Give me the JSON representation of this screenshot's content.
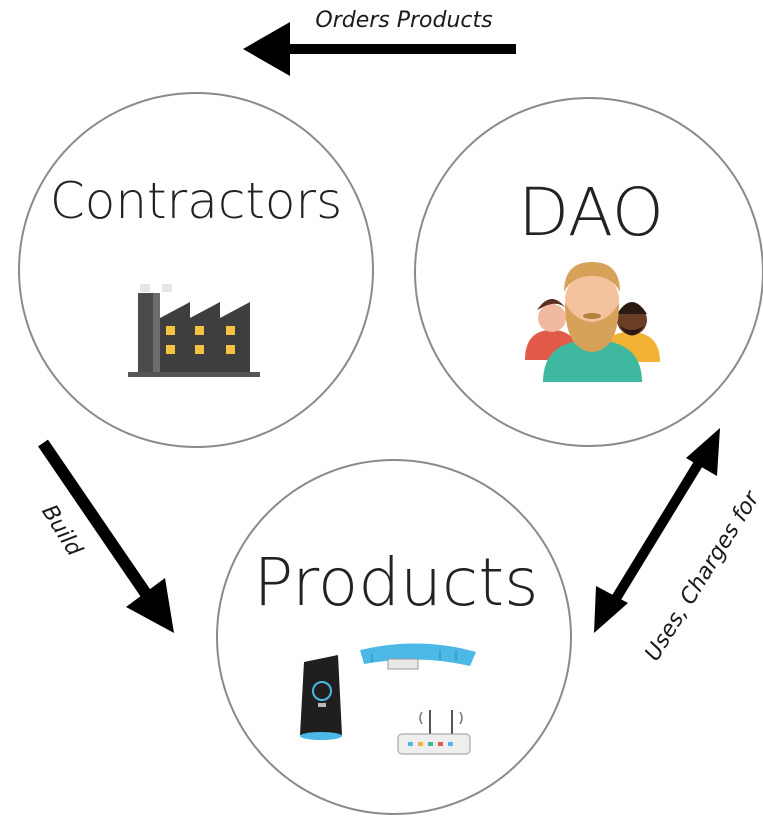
{
  "diagram": {
    "nodes": {
      "contractors": {
        "label": "Contractors",
        "icon": "factory-icon"
      },
      "dao": {
        "label": "DAO",
        "icon": "people-group-icon"
      },
      "products": {
        "label": "Products",
        "icon": "devices-icon"
      }
    },
    "edges": {
      "orders": {
        "label": "Orders Products"
      },
      "build": {
        "label": "Build"
      },
      "uses": {
        "label": "Uses, Charges for"
      }
    }
  },
  "colors": {
    "stroke": "#8a8a8a",
    "arrow": "#000000",
    "factory_dark": "#4a4a4a",
    "factory_window": "#f5c242",
    "person_left": "#e25a4a",
    "person_center": "#3fb8a0",
    "person_right": "#f2b233",
    "device_blue": "#4cb8e6"
  }
}
